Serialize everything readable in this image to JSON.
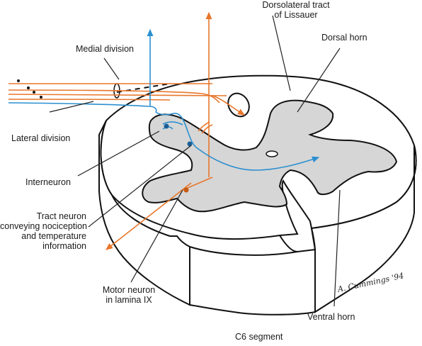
{
  "labels": {
    "dorsolateral_tract": "Dorsolateral tract\nof Lissauer",
    "medial_division": "Medial division",
    "dorsal_horn": "Dorsal horn",
    "lateral_division": "Lateral division",
    "interneuron": "Interneuron",
    "tract_neuron": "Tract neuron\nconveying nociception\nand temperature\ninformation",
    "motor_neuron": "Motor neuron\nin lamina IX",
    "ventral_horn": "Ventral horn",
    "segment": "C6 segment"
  },
  "signature": "A. Cummings '94",
  "colors": {
    "gray_matter": "#d6d6d6",
    "outline": "#111111",
    "orange_fibers": "#e8762b",
    "blue_fibers": "#2b8fd0",
    "leader_lines": "#222222"
  }
}
